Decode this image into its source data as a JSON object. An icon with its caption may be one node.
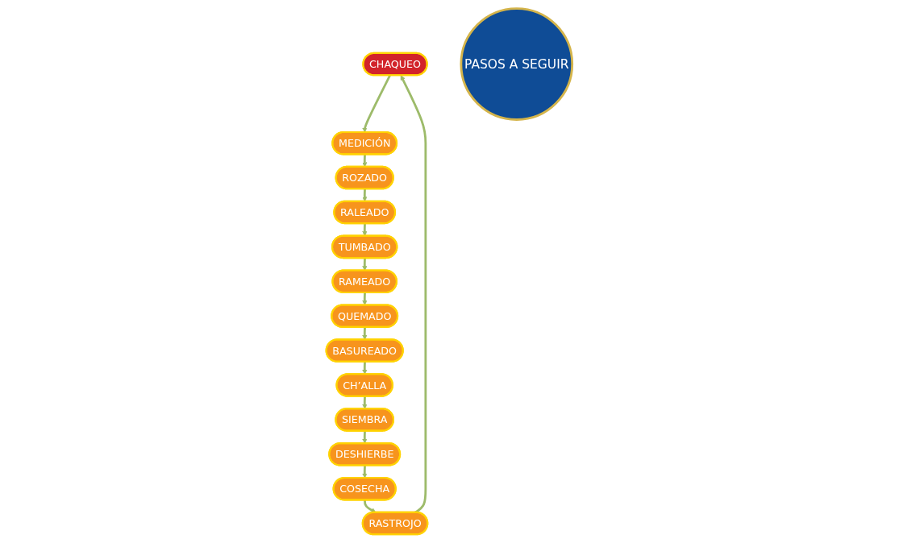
{
  "diagram": {
    "nodes": [
      {
        "text": [
          "CHAQUEO"
        ]
      },
      {
        "text": [
          "MEDICIÓN"
        ]
      },
      {
        "text": [
          "ROZADO"
        ]
      },
      {
        "text": [
          "RALEADO"
        ]
      },
      {
        "text": [
          "TUMBADO"
        ]
      },
      {
        "text": [
          "RAMEADO"
        ]
      },
      {
        "text": [
          "QUEMADO"
        ]
      },
      {
        "text": [
          "BASUREADO"
        ]
      },
      {
        "text": [
          "CH’ALLA"
        ]
      },
      {
        "text": [
          "SIEMBRA"
        ]
      },
      {
        "text": [
          "DESHIERBE"
        ]
      },
      {
        "text": [
          "COSECHA"
        ]
      },
      {
        "text": [
          "RASTROJO"
        ]
      },
      {
        "text": [
          "PASOS A SEGUIR"
        ]
      }
    ],
    "edges": [
      {
        "from": 0,
        "to": 1,
        "arrow": "to"
      },
      {
        "from": 1,
        "to": 2,
        "arrow": "to"
      },
      {
        "from": 2,
        "to": 3,
        "arrow": "to"
      },
      {
        "from": 3,
        "to": 4,
        "arrow": "to"
      },
      {
        "from": 4,
        "to": 5,
        "arrow": "to"
      },
      {
        "from": 5,
        "to": 6,
        "arrow": "to"
      },
      {
        "from": 6,
        "to": 7,
        "arrow": "to"
      },
      {
        "from": 7,
        "to": 8,
        "arrow": "to"
      },
      {
        "from": 8,
        "to": 9,
        "arrow": "to"
      },
      {
        "from": 9,
        "to": 10,
        "arrow": "to"
      },
      {
        "from": 10,
        "to": 11,
        "arrow": "to"
      },
      {
        "from": 11,
        "to": 12,
        "arrow": "to"
      },
      {
        "from": 12,
        "to": 0,
        "arrow": "to"
      }
    ]
  }
}
